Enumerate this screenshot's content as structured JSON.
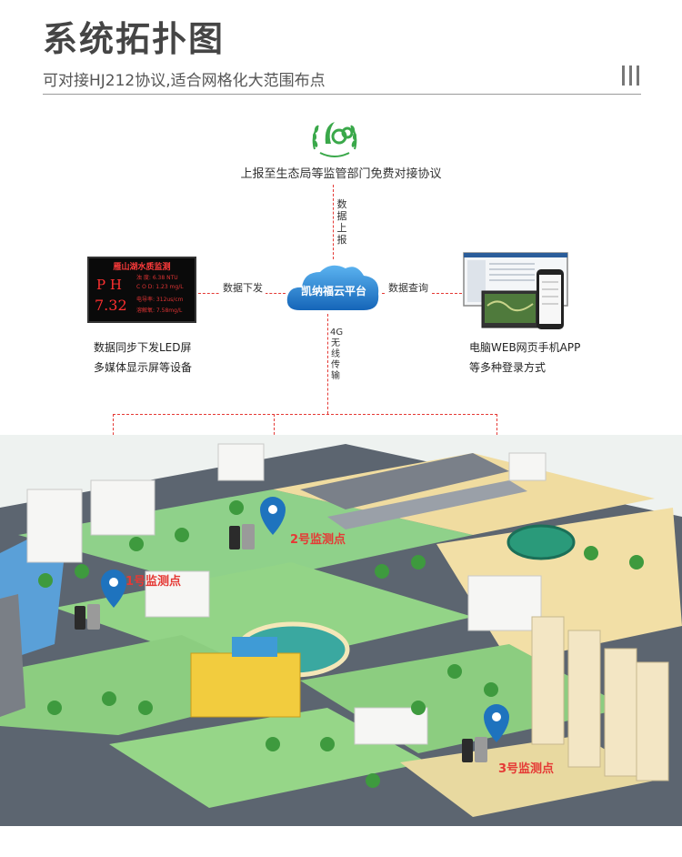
{
  "header": {
    "title": "系统拓扑图",
    "subtitle": "可对接HJ212协议,适合网格化大范围布点"
  },
  "top_node": {
    "label": "上报至生态局等监管部门免费对接协议"
  },
  "edges": {
    "report_up": "数据上报",
    "data_down": "数据下发",
    "data_query": "数据查询",
    "wireless": "4G无线传输"
  },
  "cloud": {
    "label": "凯纳福云平台"
  },
  "led_screen": {
    "title": "雁山湖水质监测",
    "ph_label": "P H",
    "ph_value": "7.32",
    "lines": [
      "浊 度: 6.38 NTU",
      "C O D: 1.23 mg/L",
      "电导率: 312us/cm",
      "溶解氧: 7.58mg/L"
    ],
    "caption_line1": "数据同步下发LED屏",
    "caption_line2": "多媒体显示屏等设备"
  },
  "devices_node": {
    "caption_line1": "电脑WEB网页手机APP",
    "caption_line2": "等多种登录方式"
  },
  "monitoring_points": [
    {
      "label": "1号监测点"
    },
    {
      "label": "2号监测点"
    },
    {
      "label": "3号监测点"
    }
  ],
  "colors": {
    "accent_red": "#e53935",
    "cloud_blue": "#1f7fd0",
    "pin_blue": "#1e73be",
    "logo_green": "#3aa84a"
  }
}
